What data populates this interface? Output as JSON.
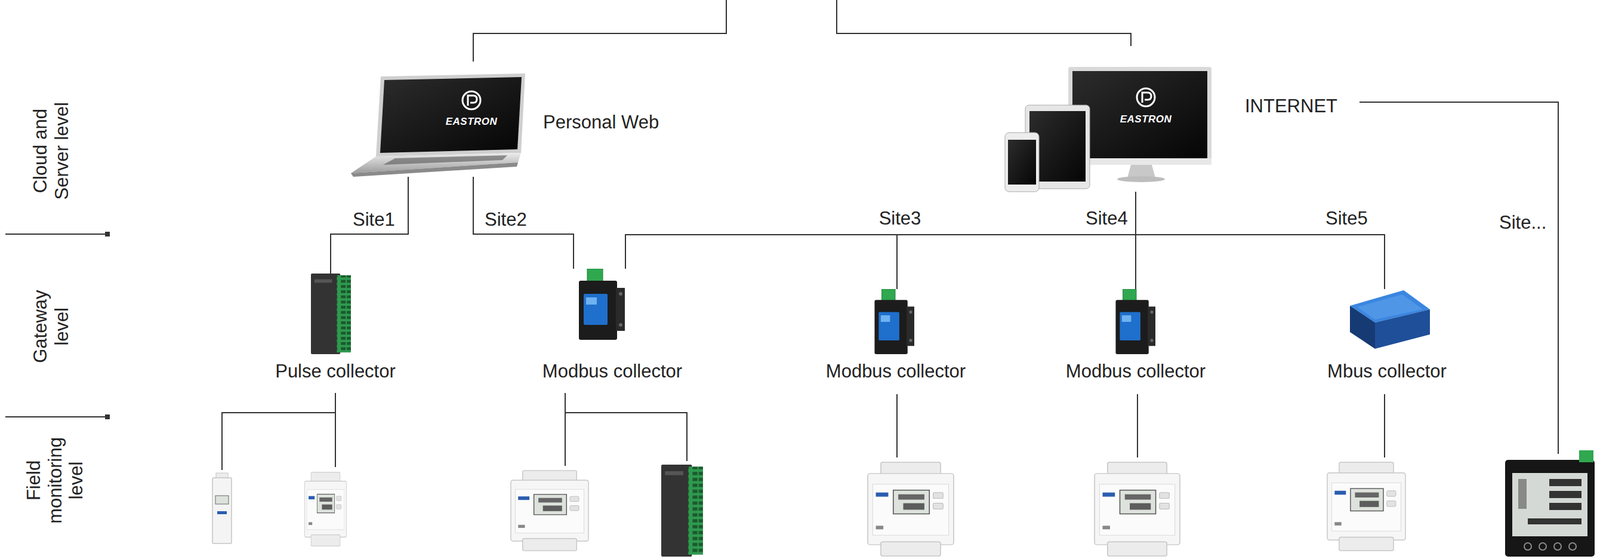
{
  "diagram": {
    "nodes": [
      {
        "text": [
          "EASTRON",
          "Personal Web"
        ]
      },
      {
        "text": [
          "EASTRON",
          "INTERNET"
        ]
      },
      {
        "text": [
          "Pulse collector"
        ]
      },
      {
        "text": [
          "Modbus collector"
        ]
      },
      {
        "text": [
          "Modbus collector"
        ]
      },
      {
        "text": [
          "Modbus collector"
        ]
      },
      {
        "text": [
          "Mbus collector"
        ]
      }
    ],
    "edges": [
      {
        "from": 0,
        "to": 2,
        "label": "Site1",
        "arrow": "none"
      },
      {
        "from": 0,
        "to": 3,
        "label": "Site2",
        "arrow": "none"
      },
      {
        "from": 1,
        "to": 3,
        "arrow": "none"
      },
      {
        "from": 1,
        "to": 4,
        "label": "Site3",
        "arrow": "none"
      },
      {
        "from": 1,
        "to": 5,
        "label": "Site4",
        "arrow": "none"
      },
      {
        "from": 1,
        "to": 6,
        "label": "Site5",
        "arrow": "none"
      }
    ],
    "labels": [
      "Cloud and Server level",
      "Gateway level",
      "Field monitoring level",
      "Site..."
    ]
  }
}
